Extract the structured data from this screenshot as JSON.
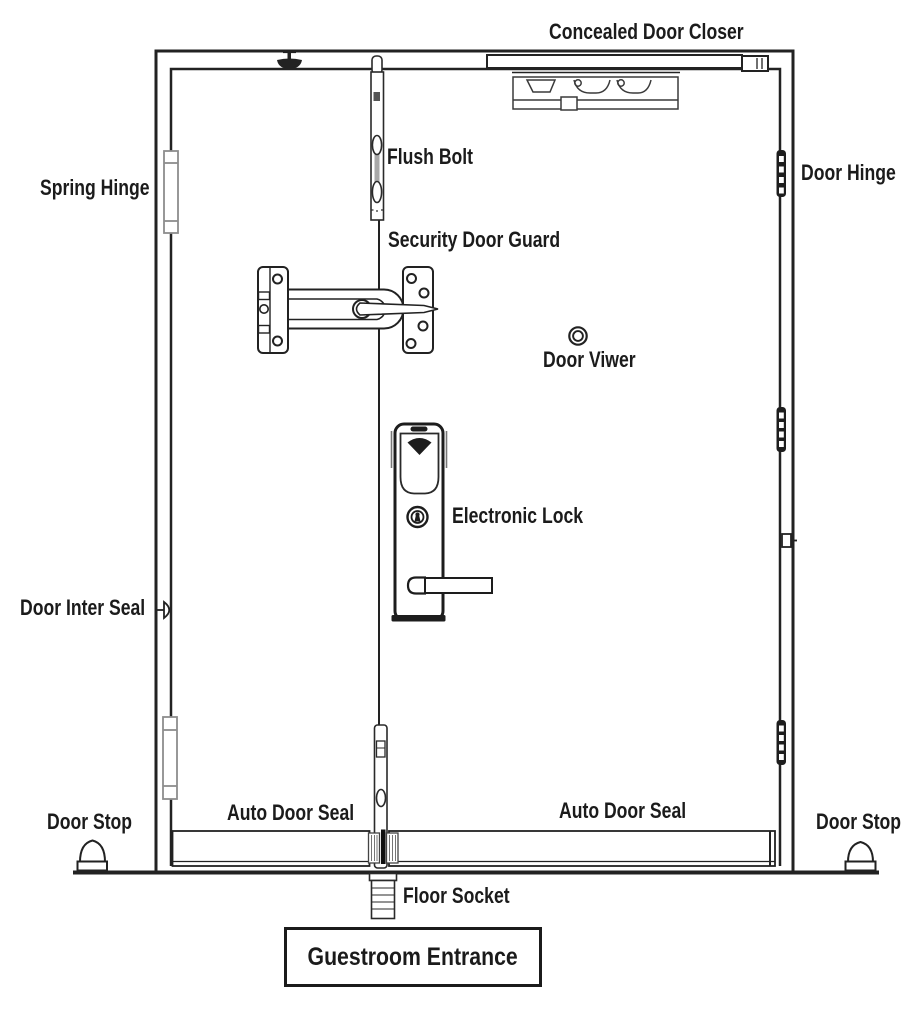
{
  "page": {
    "background": "#ffffff"
  },
  "title_box": {
    "label": "Guestroom Entrance"
  },
  "labels": {
    "concealed_door_closer": "Concealed Door Closer",
    "flush_bolt": "Flush Bolt",
    "spring_hinge": "Spring Hinge",
    "door_hinge": "Door Hinge",
    "security_door_guard": "Security Door Guard",
    "door_viewer": "Door Viwer",
    "electronic_lock": "Electronic Lock",
    "door_inter_seal": "Door Inter Seal",
    "door_stop_left": "Door Stop",
    "auto_door_seal_left": "Auto Door Seal",
    "auto_door_seal_right": "Auto Door Seal",
    "door_stop_right": "Door Stop",
    "floor_socket": "Floor Socket"
  },
  "colors": {
    "line": "#222222",
    "text": "#1b1b1b",
    "hinge_gray": "#8d8d8d",
    "background": "#ffffff"
  }
}
